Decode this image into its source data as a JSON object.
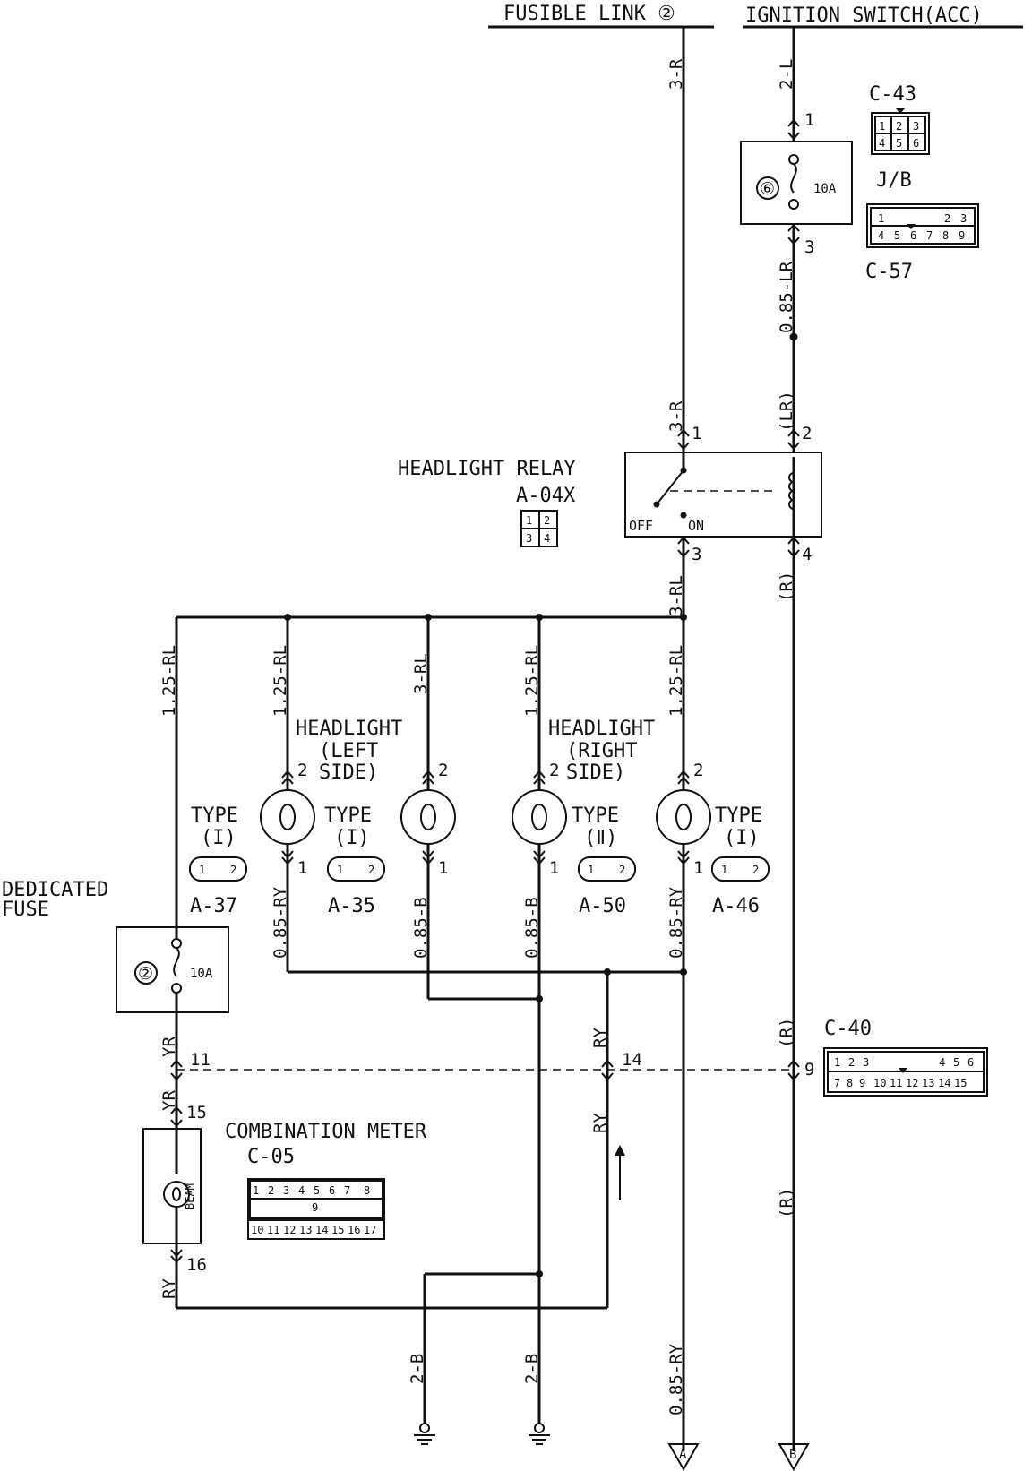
{
  "sources": {
    "fusible_link": "FUSIBLE LINK ②",
    "ignition_switch": "IGNITION SWITCH(ACC)"
  },
  "wires": {
    "w3r_top": "3-R",
    "w2l": "2-L",
    "w085lr": "0.85-LR",
    "w3r_mid": "3-R",
    "wlr": "(LR)",
    "w3rl": "3-RL",
    "wr1": "(R)",
    "wr2": "(R)",
    "wr3": "(R)",
    "w125rl_a": "1.25-RL",
    "w125rl_b": "1.25-RL",
    "w3rl_b": "3-RL",
    "w125rl_c": "1.25-RL",
    "w125rl_d": "1.25-RL",
    "w085ry_a": "0.85-RY",
    "w085b_a": "0.85-B",
    "w085b_b": "0.85-B",
    "w085ry_b": "0.85-RY",
    "yr_a": "YR",
    "yr_b": "YR",
    "ry_a": "RY",
    "ry_b": "RY",
    "ry_c": "RY",
    "w2b_a": "2-B",
    "w2b_b": "2-B",
    "w085ry_c": "0.85-RY"
  },
  "junction_block": {
    "fuse_no": "⑥",
    "rating": "10A",
    "label": "J/B",
    "pin_in": "1",
    "pin_out": "3",
    "c43": {
      "label": "C-43",
      "pins": [
        "1",
        "2",
        "3",
        "4",
        "5",
        "6"
      ]
    },
    "c57": {
      "label": "C-57",
      "pins": [
        "1",
        "2",
        "3",
        "4",
        "5",
        "6",
        "7",
        "8",
        "9"
      ]
    }
  },
  "relay": {
    "title": "HEADLIGHT RELAY",
    "code": "A-04X",
    "pins": [
      "1",
      "2",
      "3",
      "4"
    ],
    "off": "OFF",
    "on": "ON",
    "pin1": "1",
    "pin2": "2",
    "pin3": "3",
    "pin4": "4"
  },
  "headlights": {
    "left_title_1": "HEADLIGHT",
    "left_title_2": "(LEFT",
    "left_title_3": "SIDE)",
    "right_title_1": "HEADLIGHT",
    "right_title_2": "(RIGHT",
    "right_title_3": "SIDE)",
    "bulbs": [
      {
        "type": "TYPE",
        "type_num": "(I)",
        "code": "A-37",
        "pin_top": "2",
        "pin_bottom": "1",
        "pins": [
          "1",
          "2"
        ]
      },
      {
        "type": "TYPE",
        "type_num": "(I)",
        "code": "A-35",
        "pin_top": "2",
        "pin_bottom": "1",
        "pins": [
          "1",
          "2"
        ]
      },
      {
        "type": "TYPE",
        "type_num": "(Ⅱ)",
        "code": "A-50",
        "pin_top": "2",
        "pin_bottom": "1",
        "pins": [
          "1",
          "2"
        ]
      },
      {
        "type": "TYPE",
        "type_num": "(I)",
        "code": "A-46",
        "pin_top": "2",
        "pin_bottom": "1",
        "pins": [
          "1",
          "2"
        ]
      }
    ]
  },
  "dedicated_fuse": {
    "label_1": "DEDICATED",
    "label_2": "FUSE",
    "fuse_no": "②",
    "rating": "10A"
  },
  "connector_c40": {
    "label": "C-40",
    "pins": [
      "1",
      "2",
      "3",
      "4",
      "5",
      "6",
      "7",
      "8",
      "9",
      "10",
      "11",
      "12",
      "13",
      "14",
      "15"
    ],
    "pin11": "11",
    "pin14": "14",
    "pin9": "9"
  },
  "meter": {
    "title": "COMBINATION METER",
    "code": "C-05",
    "beam": "BEAM",
    "pin15": "15",
    "pin16": "16",
    "pins": [
      "1",
      "2",
      "3",
      "4",
      "5",
      "6",
      "7",
      "8",
      "9",
      "10",
      "11",
      "12",
      "13",
      "14",
      "15",
      "16",
      "17"
    ]
  },
  "outputs": {
    "a": "A",
    "b": "B"
  }
}
